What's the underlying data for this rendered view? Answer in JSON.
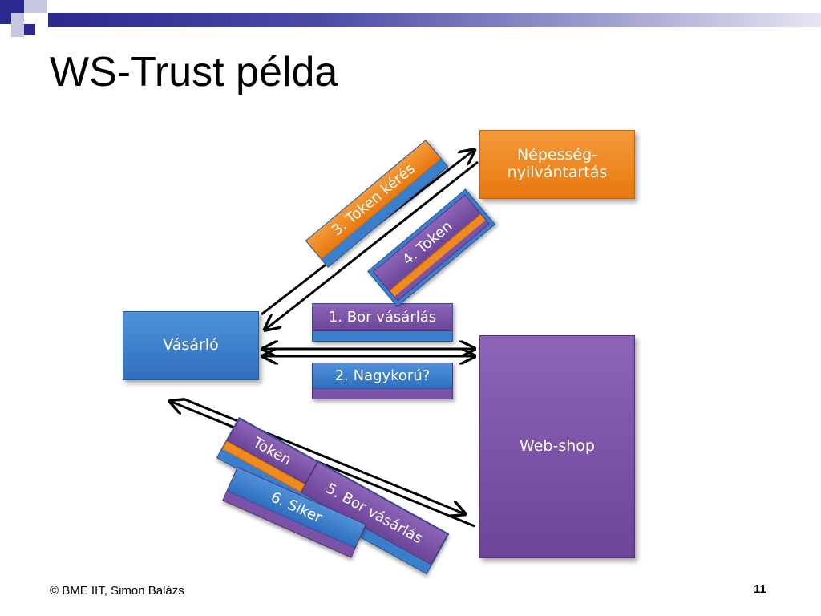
{
  "title": "WS-Trust példa",
  "nodes": {
    "nepesseg": "Népesség-nyilvántartás",
    "vasarlo": "Vásárló",
    "webshop": "Web-shop"
  },
  "messages": {
    "m1": "1. Bor vásárlás",
    "m2": "2. Nagykorú?",
    "m3": "3. Token kérés",
    "m4": "4. Token",
    "m5": "5. Bor vásárlás",
    "m5_token": "Token",
    "m6": "6. Siker"
  },
  "footer": {
    "copyright": "© BME IIT, Simon Balázs",
    "page": "11"
  },
  "colors": {
    "blue": "#3a7fcc",
    "orange": "#ee8a1e",
    "purple": "#7a52a8"
  }
}
